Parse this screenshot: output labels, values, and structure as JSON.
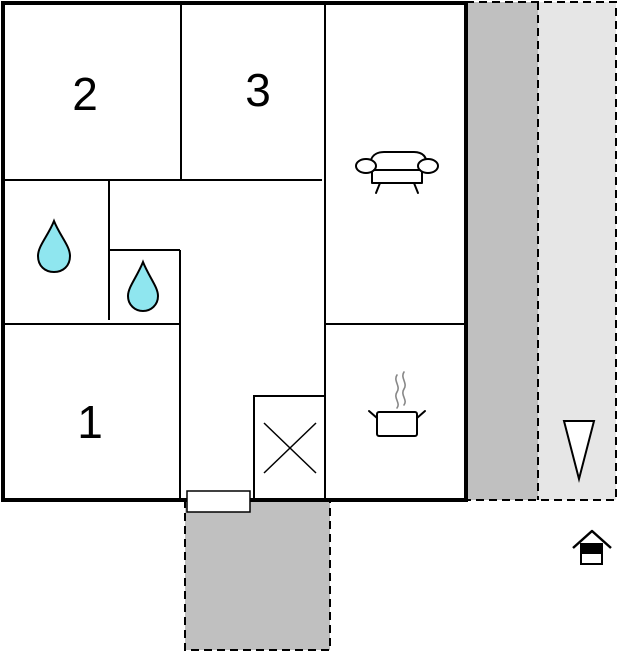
{
  "rooms": [
    {
      "id": "bedroom-1",
      "label": "1"
    },
    {
      "id": "bedroom-2",
      "label": "2"
    },
    {
      "id": "bedroom-3",
      "label": "3"
    }
  ],
  "icons": {
    "bathroom": "water-drop-icon",
    "toilet": "water-drop-icon",
    "living_room": "sofa-icon",
    "kitchen": "cooking-pot-icon",
    "stairs": "stairs-cross-icon",
    "entrance": "house-entrance-icon",
    "orientation": "north-arrow-icon"
  },
  "colors": {
    "wall": "#000000",
    "floor": "#ffffff",
    "terrace_dark": "#c0c0c0",
    "terrace_light": "#e6e6e6",
    "water_drop": "#8fe6ef"
  }
}
